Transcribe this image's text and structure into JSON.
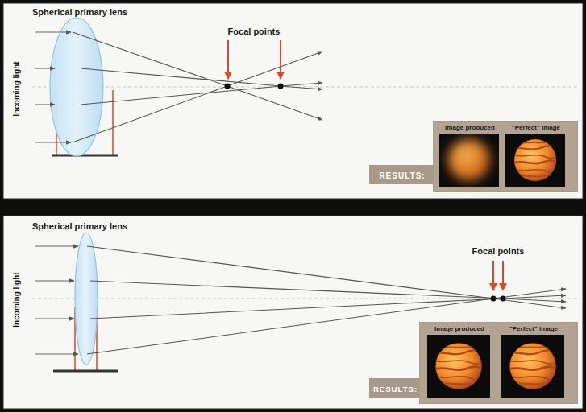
{
  "diagram": {
    "nodes": [
      {
        "text": [
          "Image produced",
          "\"Perfect\" image",
          "RESULTS:"
        ]
      },
      {
        "text": [
          "Image produced",
          "\"Perfect\" image",
          "RESULTS:"
        ]
      }
    ],
    "labels": [
      "Spherical primary lens",
      "Incoming light",
      "Focal points",
      "Spherical primary lens",
      "Incoming light",
      "Focal points"
    ]
  }
}
